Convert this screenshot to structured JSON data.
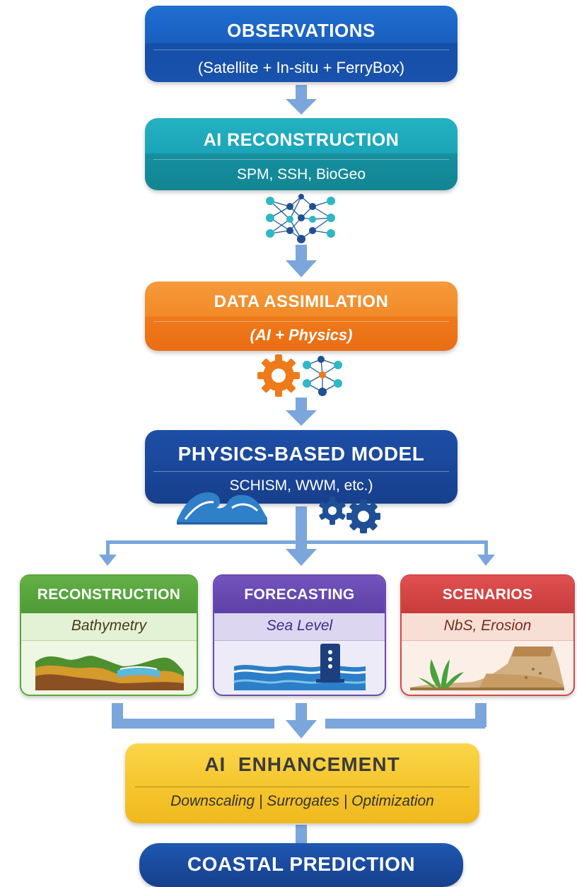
{
  "observations": {
    "title": "OBSERVATIONS",
    "subtitle": "(Satellite + In-situ + FerryBox)"
  },
  "ai_reconstruction": {
    "title": "AI RECONSTRUCTION",
    "subtitle": "SPM, SSH, BioGeo"
  },
  "data_assimilation": {
    "title": "DATA ASSIMILATION",
    "subtitle": "(AI + Physics)"
  },
  "physics_model": {
    "title": "PHYSICS-BASED MODEL",
    "subtitle": "SCHISM, WWM, etc.)"
  },
  "cards": [
    {
      "title": "RECONSTRUCTION",
      "label": "Bathymetry"
    },
    {
      "title": "FORECASTING",
      "label": "Sea Level"
    },
    {
      "title": "SCENARIOS",
      "label": "NbS, Erosion"
    }
  ],
  "ai_enhancement": {
    "title": "AI  ENHANCEMENT",
    "subtitle": "Downscaling | Surrogates | Optimization"
  },
  "coastal_prediction": {
    "title": "COASTAL PREDICTION"
  },
  "colors": {
    "arrow": "#7aa6dc",
    "observations": "#1a5fc0",
    "ai_reconstruction": "#1ba5b8",
    "data_assimilation": "#f28a28",
    "physics_model": "#1a479a",
    "reconstruction": "#5aa83b",
    "forecasting": "#6a4bb3",
    "scenarios": "#d44848",
    "ai_enhancement": "#f5c52d",
    "coastal_prediction": "#173f8c"
  },
  "icons": [
    "neural-network-icon",
    "gear-icon",
    "wave-icon",
    "gears-icon",
    "terrain-icon",
    "water-gauge-icon",
    "plant-icon"
  ]
}
